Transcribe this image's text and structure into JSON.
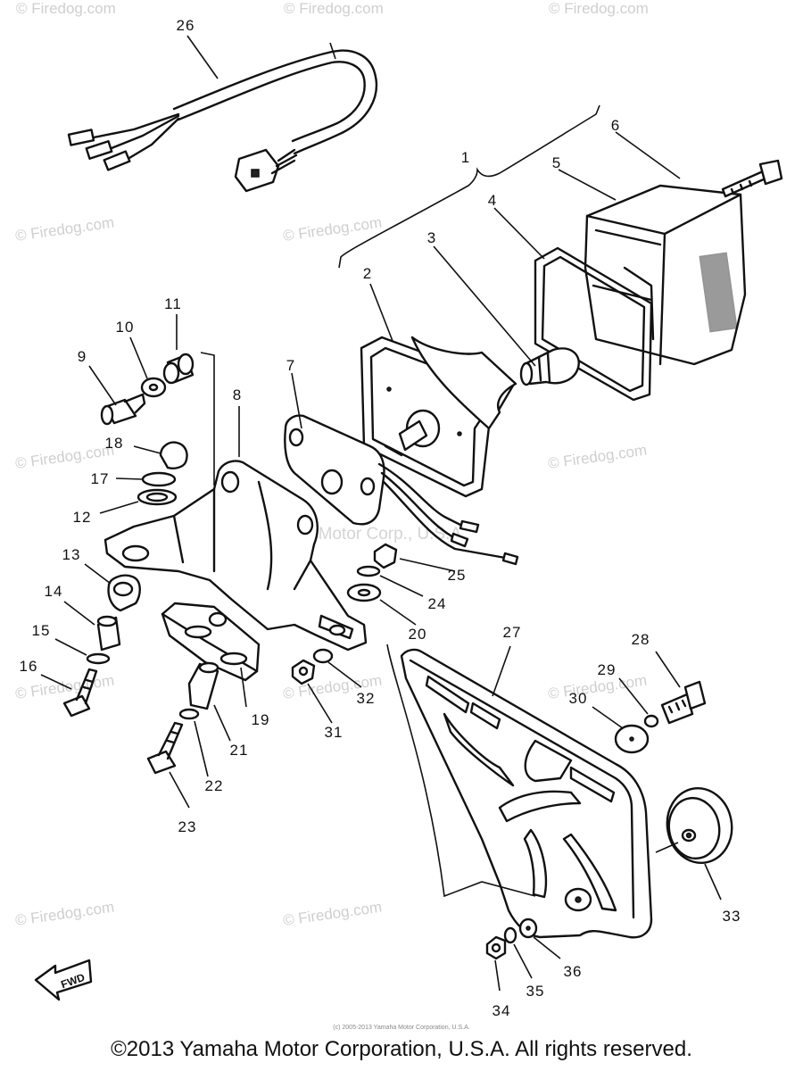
{
  "callouts": {
    "c1": "1",
    "c2": "2",
    "c3": "3",
    "c4": "4",
    "c5": "5",
    "c6": "6",
    "c7": "7",
    "c8": "8",
    "c9": "9",
    "c10": "10",
    "c11": "11",
    "c12": "12",
    "c13": "13",
    "c14": "14",
    "c15": "15",
    "c16": "16",
    "c17": "17",
    "c18": "18",
    "c19": "19",
    "c20": "20",
    "c21": "21",
    "c22": "22",
    "c23": "23",
    "c24": "24",
    "c25": "25",
    "c26": "26",
    "c27": "27",
    "c28": "28",
    "c29": "29",
    "c30": "30",
    "c31": "31",
    "c32": "32",
    "c33": "33",
    "c34": "34",
    "c35": "35",
    "c36": "36"
  },
  "watermark": "© Firedog.com",
  "center_watermark": "Yamaha Motor Corp., U.S.A.",
  "fwd_label": "FWD",
  "small_copyright": "(c) 2005-2013 Yamaha Motor Corporation, U.S.A.",
  "copyright": "©2013 Yamaha Motor Corporation, U.S.A. All rights reserved."
}
